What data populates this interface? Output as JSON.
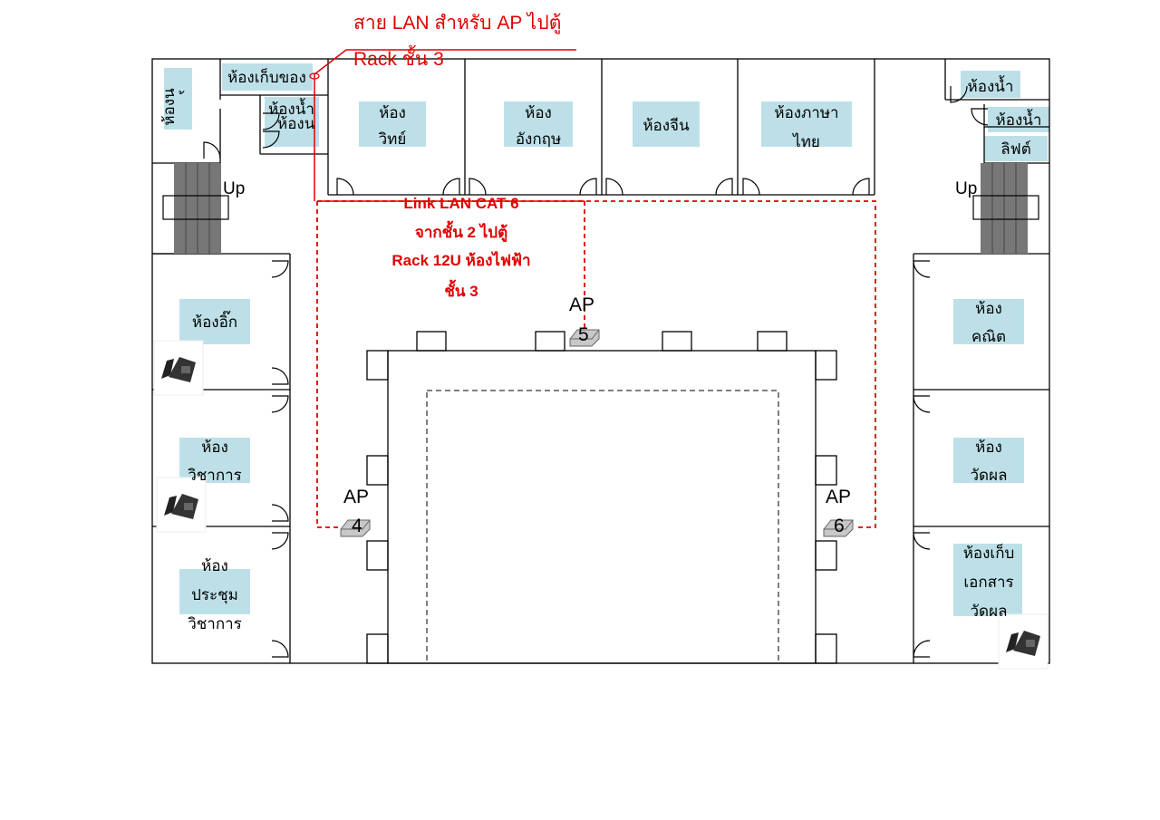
{
  "notes": {
    "ap_cable_line1": "สาย LAN สำหรับ AP ไปตู้",
    "ap_cable_line2": "Rack ชั้น 3",
    "link_line1": "Link LAN CAT 6",
    "link_line2": "จากชั้น 2 ไปตู้",
    "link_line3": "Rack 12U ห้องไฟฟ้า",
    "link_line4": "ชั้น 3"
  },
  "rooms": {
    "storage": "ห้องเก็บของ",
    "restroom_left_vertical": "ห้องน",
    "restroom_left_vertical_mark": "้",
    "restroom_left": "ห้องน้ำ",
    "restroom_left_overlap": "ห้องน",
    "science_1": "ห้อง",
    "science_2": "วิทย์",
    "english_1": "ห้อง",
    "english_2": "อังกฤษ",
    "chinese": "ห้องจีน",
    "thai_1": "ห้องภาษา",
    "thai_2": "ไทย",
    "restroom_right_1": "ห้องน้ำ",
    "restroom_right_2": "ห้องน้ำ",
    "lift": "ลิฟต์",
    "computer": "ห้องอิ๊ก",
    "academic_1": "ห้อง",
    "academic_2": "วิชาการ",
    "meeting_1": "ห้อง",
    "meeting_2": "ประชุม",
    "meeting_3": "วิชาการ",
    "math_1": "ห้อง",
    "math_2": "คณิต",
    "assessment_1": "ห้อง",
    "assessment_2": "วัดผล",
    "records_1": "ห้องเก็บ",
    "records_2": "เอกสาร",
    "records_3": "วัดผล"
  },
  "stairs": {
    "left": "Up",
    "right": "Up"
  },
  "access_points": [
    {
      "label": "AP",
      "num": "4"
    },
    {
      "label": "AP",
      "num": "5"
    },
    {
      "label": "AP",
      "num": "6"
    }
  ],
  "colors": {
    "wall": "#000000",
    "room_fill": "#bde0e8",
    "cable": "#e00000",
    "ap_body": "#c8c8c8"
  },
  "icons": [
    "telephone-icon",
    "access-point-icon",
    "stair-icon",
    "door-icon"
  ]
}
